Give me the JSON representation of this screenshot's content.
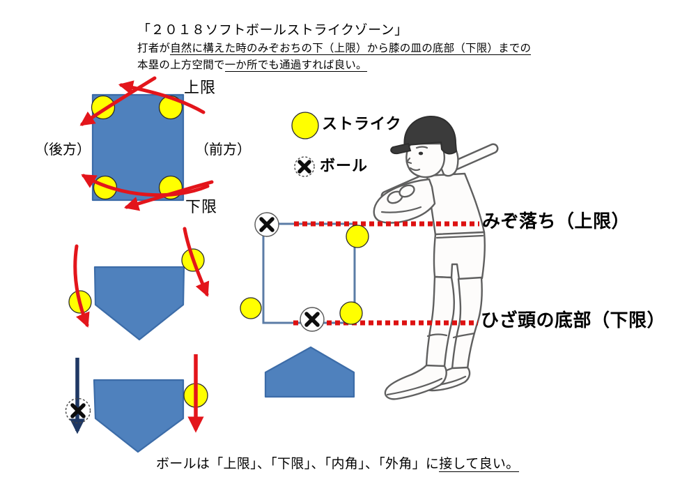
{
  "header": {
    "title": "「２０１８ソフトボールストライクゾーン」",
    "line2_prefix": "打者が",
    "line2_underlined": "自然に構えた時のみぞおちの下（上限）から膝の皿の底部（下限）までの",
    "line3_prefix": "本塁の上方空間で",
    "line3_underlined": "一か所でも通過すれば良い。"
  },
  "side_view_square": {
    "label_upper": "上限",
    "label_lower": "下限",
    "label_back": "（後方）",
    "label_front": "（前方）"
  },
  "legend": {
    "strike": "ストライク",
    "ball": "ボール"
  },
  "zone": {
    "upper_limit_label": "みぞ落ち（上限）",
    "lower_limit_label": "ひざ頭の底部（下限）"
  },
  "footer": {
    "prefix": "ボールは「上限」、「下限」、「内角」、「外角」に",
    "underlined": "接して良い。"
  },
  "colors": {
    "plate_blue": "#4f81bd",
    "plate_border": "#3c6ca8",
    "strike_yellow": "#ffff00",
    "arrow_red": "#e3151b",
    "arrow_navy": "#1f3864",
    "dotted_red": "#dd1111",
    "zone_outline": "#5b7ca6",
    "sketch_gray": "#5f5f5f",
    "helmet_dark": "#3b3b3b"
  }
}
